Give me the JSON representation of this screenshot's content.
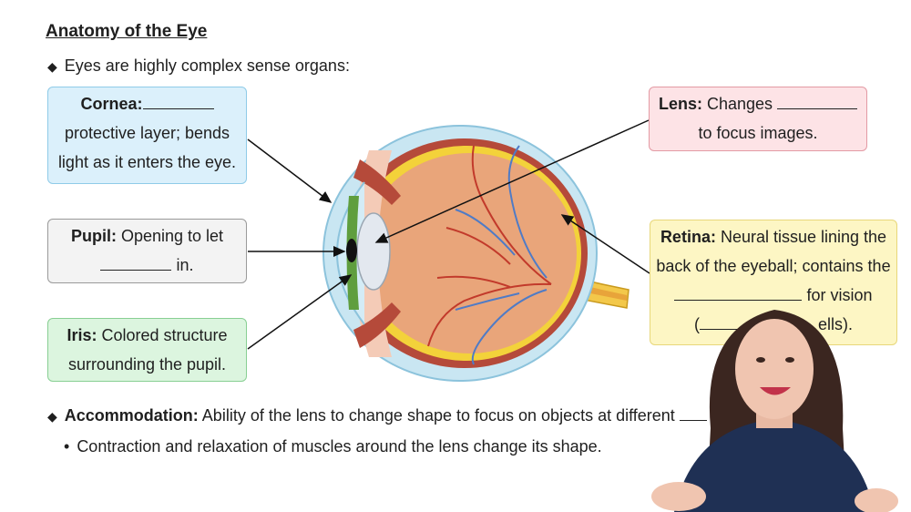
{
  "title": "Anatomy of the Eye",
  "intro_bullet": "Eyes are highly complex sense organs:",
  "cornea": {
    "label": "Cornea:",
    "line2": "protective layer; bends",
    "line3": "light as it enters the eye."
  },
  "pupil": {
    "label": "Pupil:",
    "text1": " Opening to let",
    "text2": " in."
  },
  "iris": {
    "label": "Iris:",
    "text1": " Colored structure",
    "line2": "surrounding the pupil."
  },
  "lens": {
    "label": "Lens:",
    "text1": " Changes ",
    "line2": "to focus images."
  },
  "retina": {
    "label": "Retina:",
    "text1": " Neural tissue lining the",
    "line2": "back of the eyeball; contains the",
    "line3": "for vision",
    "line4_end": "ells)."
  },
  "accommodation": {
    "label": "Accommodation:",
    "text": " Ability of the lens to change shape to focus on objects at different"
  },
  "sub_bullet": "Contraction and relaxation of muscles around the lens change its shape.",
  "colors": {
    "cornea_box": "#dbf0fb",
    "pupil_box": "#f3f3f3",
    "iris_box": "#dcf5df",
    "lens_box": "#fde3e6",
    "retina_box": "#fdf6c4"
  }
}
